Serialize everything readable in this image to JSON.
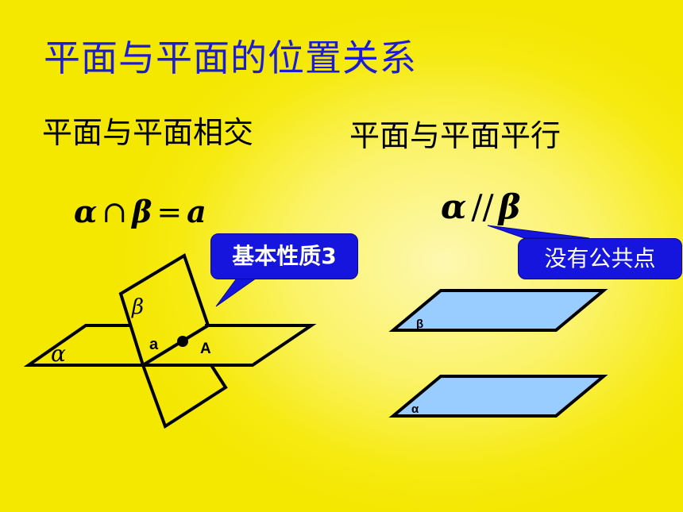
{
  "title": "平面与平面的位置关系",
  "intersect": {
    "heading": "平面与平面相交",
    "formula": {
      "alpha": "α",
      "cap": "∩",
      "beta": "β",
      "eq": "=",
      "a": "a"
    },
    "callout": "基本性质3",
    "labels": {
      "alpha": "α",
      "beta": "β",
      "line": "a",
      "point": "A"
    }
  },
  "parallel": {
    "heading": "平面与平面平行",
    "formula": {
      "alpha": "α",
      "par": "//",
      "beta": "β"
    },
    "callout": "没有公共点",
    "labels": {
      "top_plane": "β",
      "bottom_plane": "α"
    }
  },
  "colors": {
    "title": "#1c1cd6",
    "callout_fill": "#1515dd",
    "plane_fill": "#99ccff",
    "stroke": "#000000"
  }
}
